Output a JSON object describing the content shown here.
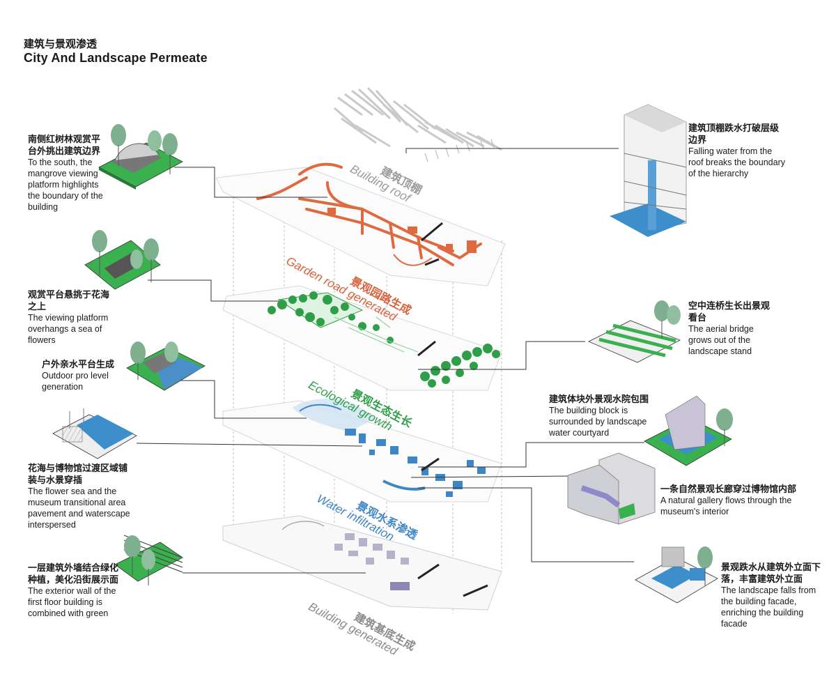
{
  "title": {
    "cn": "建筑与景观渗透",
    "en": "City And Landscape Permeate"
  },
  "layers": [
    {
      "id": "roof",
      "cn": "建筑顶棚",
      "en": "Building roof",
      "color": "#9a9a9a"
    },
    {
      "id": "garden",
      "cn": "景观园路生成",
      "en": "Garden road generated",
      "color": "#d9603a"
    },
    {
      "id": "eco",
      "cn": "景观生态生长",
      "en": "Ecological growth",
      "color": "#2e9e48"
    },
    {
      "id": "water",
      "cn": "景观水系渗透",
      "en": "Water infiltration",
      "color": "#3f86c6"
    },
    {
      "id": "base",
      "cn": "建筑基底生成",
      "en": "Building generated",
      "color": "#9a9a9a"
    }
  ],
  "annotations": {
    "mangrove": {
      "cn": "南侧红树林观赏平台外挑出建筑边界",
      "en": "To the south, the mangrove viewing platform highlights the boundary of the building"
    },
    "flowers": {
      "cn": "观赏平台悬挑于花海之上",
      "en": "The viewing platform overhangs a sea of flowers"
    },
    "outdoor": {
      "cn": "户外亲水平台生成",
      "en": "Outdoor pro level generation"
    },
    "flowersea": {
      "cn": "花海与博物馆过渡区域铺装与水景穿插",
      "en": "The flower sea and the museum transitional area pavement and waterscape interspersed"
    },
    "exterior": {
      "cn": "一层建筑外墙结合绿化种植，美化沿街展示面",
      "en": "The exterior wall of the first floor building is combined with green"
    },
    "roofwater": {
      "cn": "建筑顶棚跌水打破层级边界",
      "en": "Falling water from the roof breaks the boundary of the hierarchy"
    },
    "bridge": {
      "cn": "空中连桥生长出景观看台",
      "en": "The aerial bridge grows out of the landscape stand"
    },
    "courtyard": {
      "cn": "建筑体块外景观水院包围",
      "en": "The building block is surrounded by landscape water courtyard"
    },
    "gallery": {
      "cn": "一条自然景观长廊穿过博物馆内部",
      "en": "A natural gallery flows through the museum's interior"
    },
    "facade": {
      "cn": "景观跌水从建筑外立面下落，丰富建筑外立面",
      "en": "The landscape falls from the building facade, enriching the building facade"
    }
  }
}
